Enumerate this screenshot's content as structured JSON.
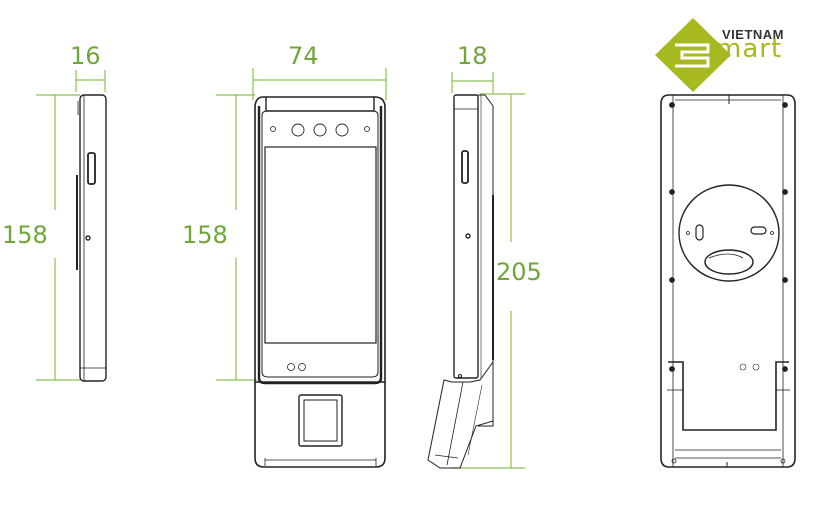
{
  "logo": {
    "line1": "VIETNAM",
    "line2": "mart",
    "brand_color": "#a8b820",
    "text_color": "#333333"
  },
  "views": [
    {
      "name": "side-view-left",
      "width_label": "16",
      "height_label": "158"
    },
    {
      "name": "front-view",
      "width_label": "74",
      "height_label": "158"
    },
    {
      "name": "side-view-with-stand",
      "width_label": "18",
      "height_label": "205"
    },
    {
      "name": "back-view"
    }
  ],
  "dimension_color": "#6fa63a",
  "line_color": "#222222"
}
